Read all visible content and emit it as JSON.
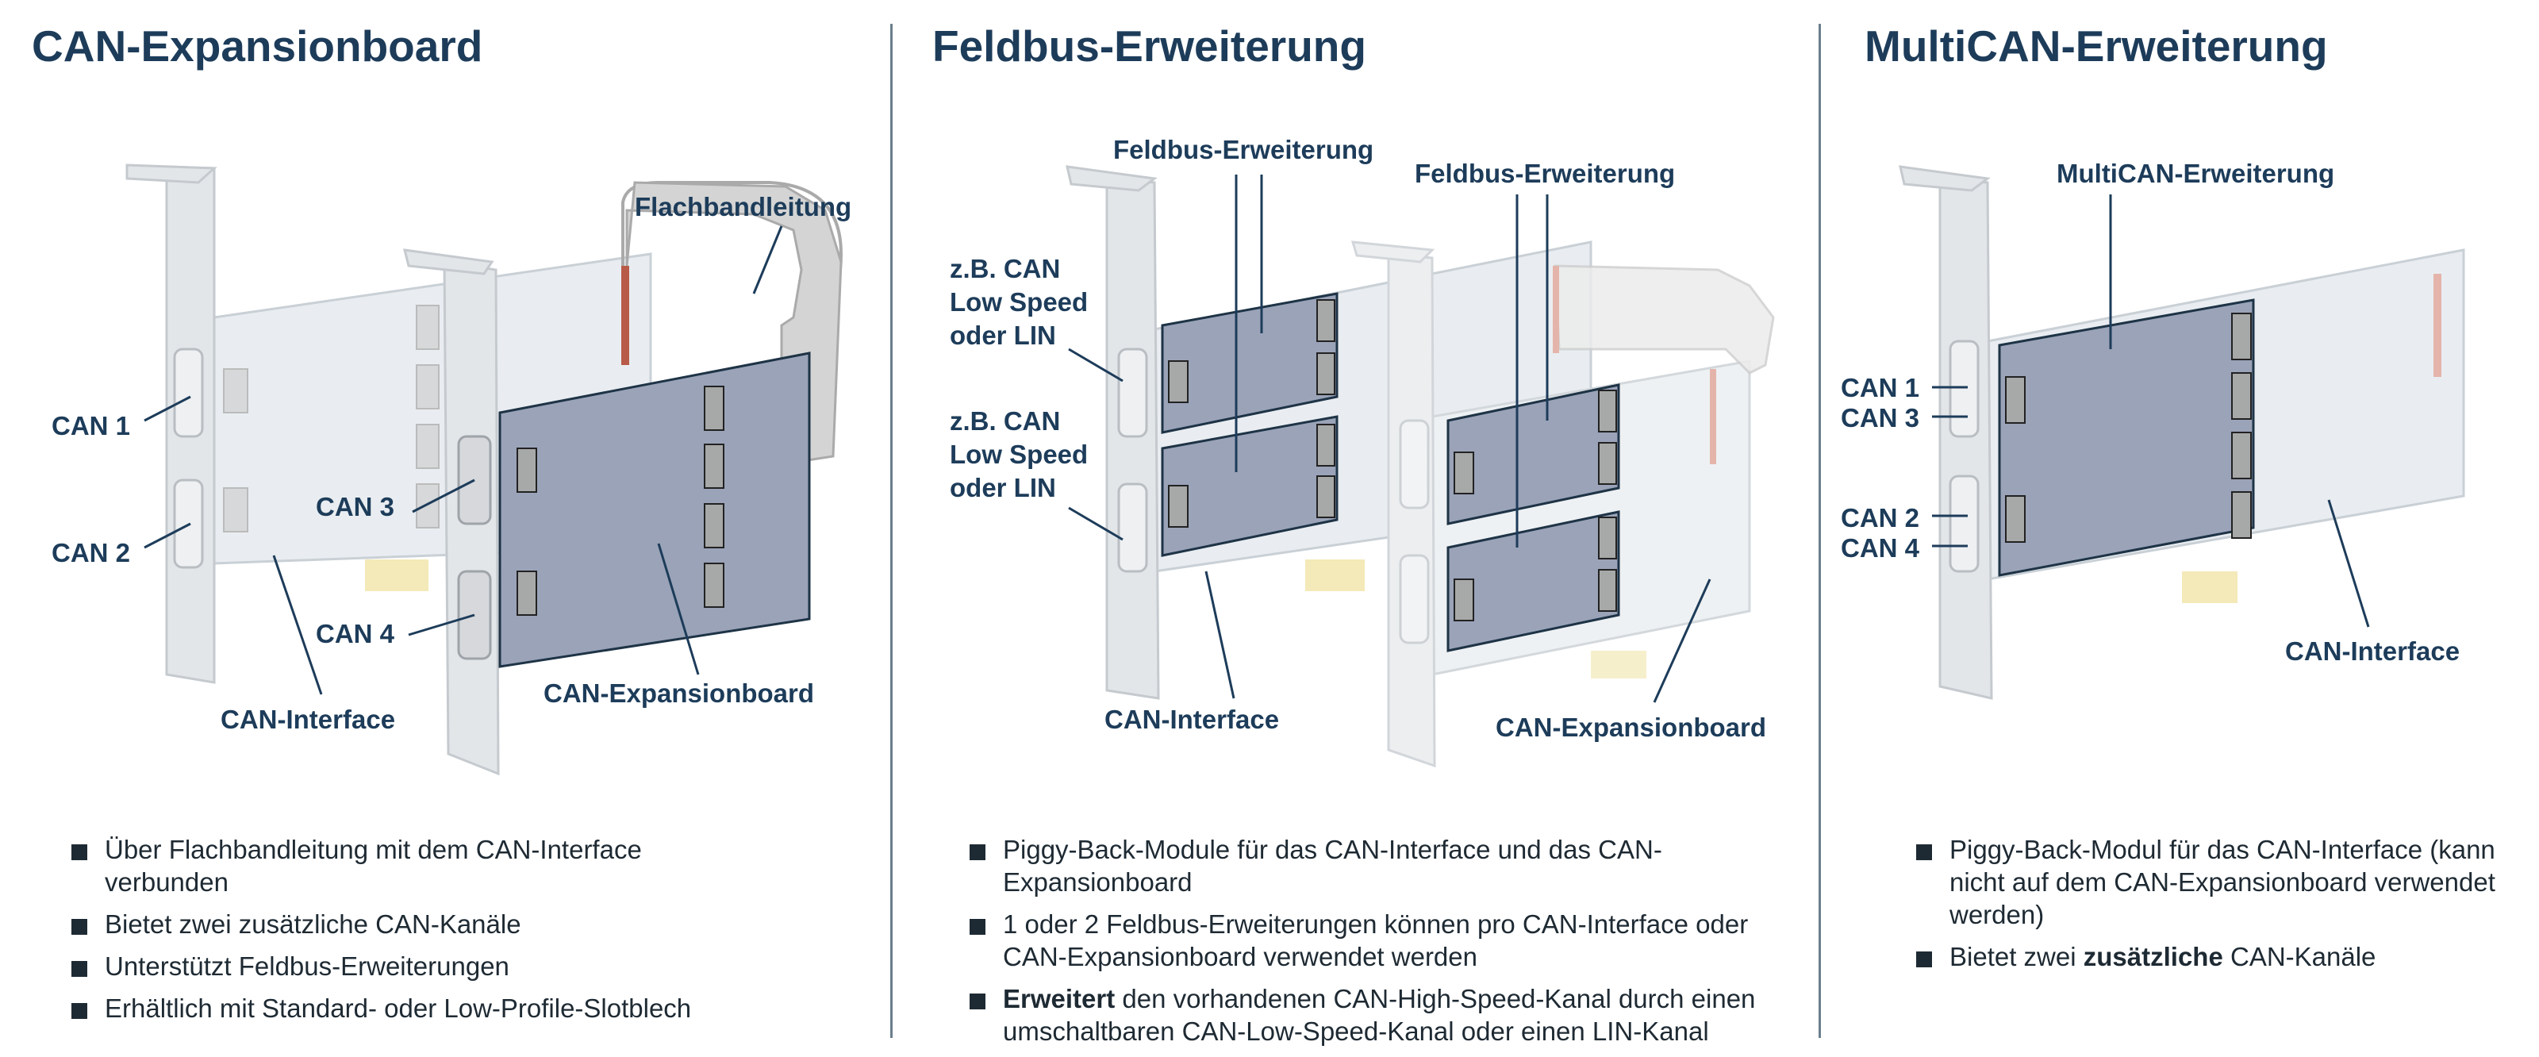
{
  "panels": [
    {
      "title": "CAN-Expansionboard",
      "labels": {
        "flachband": "Flachbandleitung",
        "can1": "CAN 1",
        "can2": "CAN 2",
        "can3": "CAN 3",
        "can4": "CAN 4",
        "interface": "CAN-Interface",
        "expansion": "CAN-Expansionboard"
      },
      "bullets": [
        {
          "text": "Über Flachbandleitung mit dem CAN-Interface verbunden"
        },
        {
          "text": "Bietet zwei zusätzliche CAN-Kanäle"
        },
        {
          "text": "Unterstützt Feldbus-Erweiterungen"
        },
        {
          "text": "Erhältlich mit Standard- oder Low-Profile-Slotblech"
        }
      ]
    },
    {
      "title": "Feldbus-Erweiterung",
      "labels": {
        "feldbus_a": "Feldbus-Erweiterung",
        "feldbus_b": "Feldbus-Erweiterung",
        "zb1_l1": "z.B. CAN",
        "zb1_l2": "Low Speed",
        "zb1_l3": "oder LIN",
        "zb2_l1": "z.B. CAN",
        "zb2_l2": "Low Speed",
        "zb2_l3": "oder LIN",
        "interface": "CAN-Interface",
        "expansion": "CAN-Expansionboard"
      },
      "bullets": [
        {
          "text": "Piggy-Back-Module für das CAN-Interface und das CAN-Expansionboard"
        },
        {
          "text": "1 oder 2 Feldbus-Erweiterungen können pro CAN-Interface oder CAN-Expansionboard verwendet werden"
        },
        {
          "bold": "Erweitert",
          "rest": " den vorhandenen CAN-High-Speed-Kanal durch einen umschaltbaren CAN-Low-Speed-Kanal oder einen LIN-Kanal"
        }
      ]
    },
    {
      "title": "MultiCAN-Erweiterung",
      "labels": {
        "multican": "MultiCAN-Erweiterung",
        "can1": "CAN 1",
        "can3": "CAN 3",
        "can2": "CAN 2",
        "can4": "CAN 4",
        "interface": "CAN-Interface"
      },
      "bullets": [
        {
          "text": "Piggy-Back-Modul für das CAN-Interface (kann nicht auf dem CAN-Expansionboard verwendet werden)"
        },
        {
          "pre": "Bietet zwei ",
          "bold": "zusätzliche",
          "rest": " CAN-Kanäle"
        }
      ]
    }
  ],
  "colors": {
    "title": "#1d3c5a",
    "board": "#e9edf1",
    "module": "#9aa3b8",
    "bracket": "#e3e6e9",
    "cable": "#d4d4d4",
    "cable_edge": "#b85a48"
  }
}
